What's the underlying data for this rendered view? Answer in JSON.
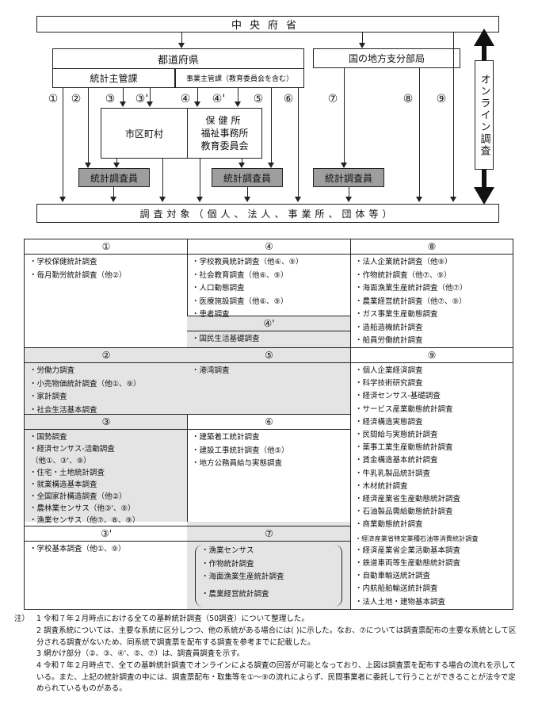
{
  "diagram": {
    "central": "中央府省",
    "prefecture": "都道府県",
    "stat_div": "統計主管課",
    "biz_div": "事業主管課（教育委員会を含む）",
    "regional": "国の地方支分部局",
    "municipality": "市区町村",
    "health": [
      "保健所",
      "福祉事務所",
      "教育委員会"
    ],
    "enumerator": "統計調査員",
    "target": "調査対象（個人、法人、事業所、団体等）",
    "online": "オンライン調査",
    "route_labels": [
      "①",
      "②",
      "③",
      "③'",
      "④",
      "④'",
      "⑤",
      "⑥",
      "⑦",
      "⑧",
      "⑨"
    ]
  },
  "table": {
    "col1": [
      {
        "header": "①",
        "items": [
          "学校保健統計調査",
          "毎月勤労統計調査（他②）"
        ]
      },
      {
        "header": "②",
        "items": [
          "労働力調査",
          "小売物価統計調査（他①、⑨）",
          "家計調査",
          "社会生活基本調査"
        ]
      },
      {
        "header": "③",
        "items": [
          "国勢調査",
          "経済センサス‐活動調査",
          "（他①、③'、⑨）",
          "住宅・土地統計調査",
          "就業構造基本調査",
          "全国家計構造調査（他②）",
          "農林業センサス（他③'、⑨）",
          "漁業センサス（他⑦、⑧、⑨）"
        ]
      },
      {
        "header": "③'",
        "items": [
          "学校基本調査（他①、⑨）"
        ]
      }
    ],
    "col2": [
      {
        "header": "④",
        "items": [
          "学校教員統計調査（他⑥、⑨）",
          "社会教育調査（他⑥、⑨）",
          "人口動態調査",
          "医療施設調査（他⑥、⑨）",
          "患者調査"
        ]
      },
      {
        "header": "④'",
        "items": [
          "国民生活基礎調査"
        ]
      },
      {
        "header": "⑤",
        "items": [
          "港湾調査"
        ]
      },
      {
        "header": "⑥",
        "items": [
          "建築着工統計調査",
          "建設工事統計調査（他⑤）",
          "地方公務員給与実態調査"
        ]
      },
      {
        "header": "⑦",
        "items": [
          "漁業センサス",
          "作物統計調査",
          "海面漁業生産統計調査",
          "農業経営統計調査"
        ]
      }
    ],
    "col3": [
      {
        "header": "⑧",
        "items": [
          "法人企業統計調査（他⑨）",
          "作物統計調査（他⑦、⑨）",
          "海面漁業生産統計調査（他⑦）",
          "農業経営統計調査（他⑦、⑨）",
          "ガス事業生産動態調査",
          "造船造機統計調査",
          "船員労働統計調査"
        ]
      },
      {
        "header": "⑨",
        "items": [
          "個人企業経済調査",
          "科学技術研究調査",
          "経済センサス‐基礎調査",
          "サービス産業動態統計調査",
          "経済構造実態調査",
          "民間給与実態統計調査",
          "薬事工業生産動態統計調査",
          "賃金構造基本統計調査",
          "牛乳乳製品統計調査",
          "木材統計調査",
          "経済産業省生産動態統計調査",
          "石油製品需給動態統計調査",
          "商業動態統計調査",
          "経済産業省特定業種石油等消費統計調査",
          "経済産業省企業活動基本調査",
          "鉄道車両等生産動態統計調査",
          "自動車輸送統計調査",
          "内航船舶輸送統計調査",
          "法人土地・建物基本調査"
        ]
      }
    ]
  },
  "notes": {
    "prefix": "注）",
    "items": [
      "1 令和７年２月時点における全ての基幹統計調査（50調査）について整理した。",
      "2 調査系統については、主要な系統に区分しつつ、他の系統がある場合には( )に示した。なお、⑦については調査票配布の主要な系統として区分される調査がないため、同系統で調査票を配布する調査を参考までに記載した。",
      "3 網かけ部分（②、③、④'、⑤、⑦）は、調査員調査を示す。",
      "4 令和７年２月時点で、全ての基幹統計調査でオンラインによる調査の回答が可能となっており、上図は調査票を配布する場合の流れを示している。また、上記の統計調査の中には、調査票配布・取集等を①～⑨の流れによらず、民間事業者に委託して行うことができることが法令で定められているものがある。"
    ]
  }
}
